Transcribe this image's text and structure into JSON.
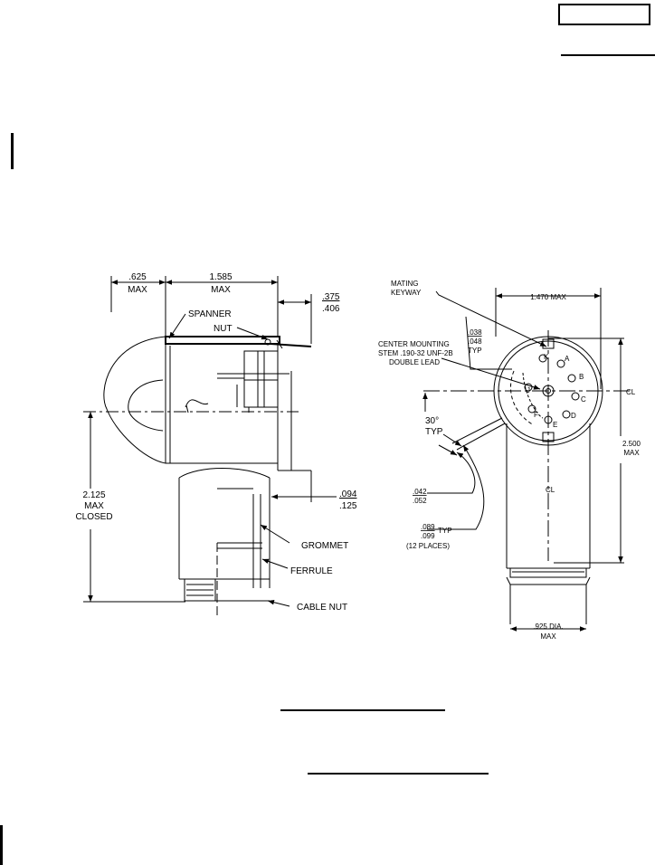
{
  "left_view": {
    "dim_top_left": {
      "value": ".625",
      "note": "MAX"
    },
    "dim_top_mid": {
      "value": "1.585",
      "note": "MAX"
    },
    "dim_top_right": {
      "upper": ".375",
      "lower": ".406"
    },
    "spanner": "SPANNER",
    "nut": "NUT",
    "dim_height": {
      "value": "2.125",
      "line2": "MAX",
      "line3": "CLOSED"
    },
    "dim_side": {
      "upper": ".094",
      "lower": ".125"
    },
    "grommet": "GROMMET",
    "ferrule": "FERRULE",
    "cable_nut": "CABLE NUT"
  },
  "right_view": {
    "mating_keyway": [
      "MATING",
      "KEYWAY"
    ],
    "dim_width": "1.470 MAX",
    "keyway_dim": {
      "upper": ".038",
      "lower": ".048",
      "note": "TYP"
    },
    "center_mounting": [
      "CENTER MOUNTING",
      "STEM .190-32 UNF-2B",
      "DOUBLE LEAD"
    ],
    "angle": {
      "value": "30°",
      "note": "TYP"
    },
    "dim_height": {
      "value": "2.500",
      "note": "MAX"
    },
    "pin_gap": {
      "upper": ".042",
      "lower": ".052"
    },
    "pin_dia": {
      "upper": ".089",
      "lower": ".099",
      "note": "TYP",
      "places": "(12 PLACES)"
    },
    "body_dia": {
      "value": ".925 DIA.",
      "note": "MAX"
    },
    "centerline": "CL",
    "pins": [
      "K",
      "A",
      "B",
      "C",
      "D",
      "E",
      "F",
      "J"
    ]
  }
}
